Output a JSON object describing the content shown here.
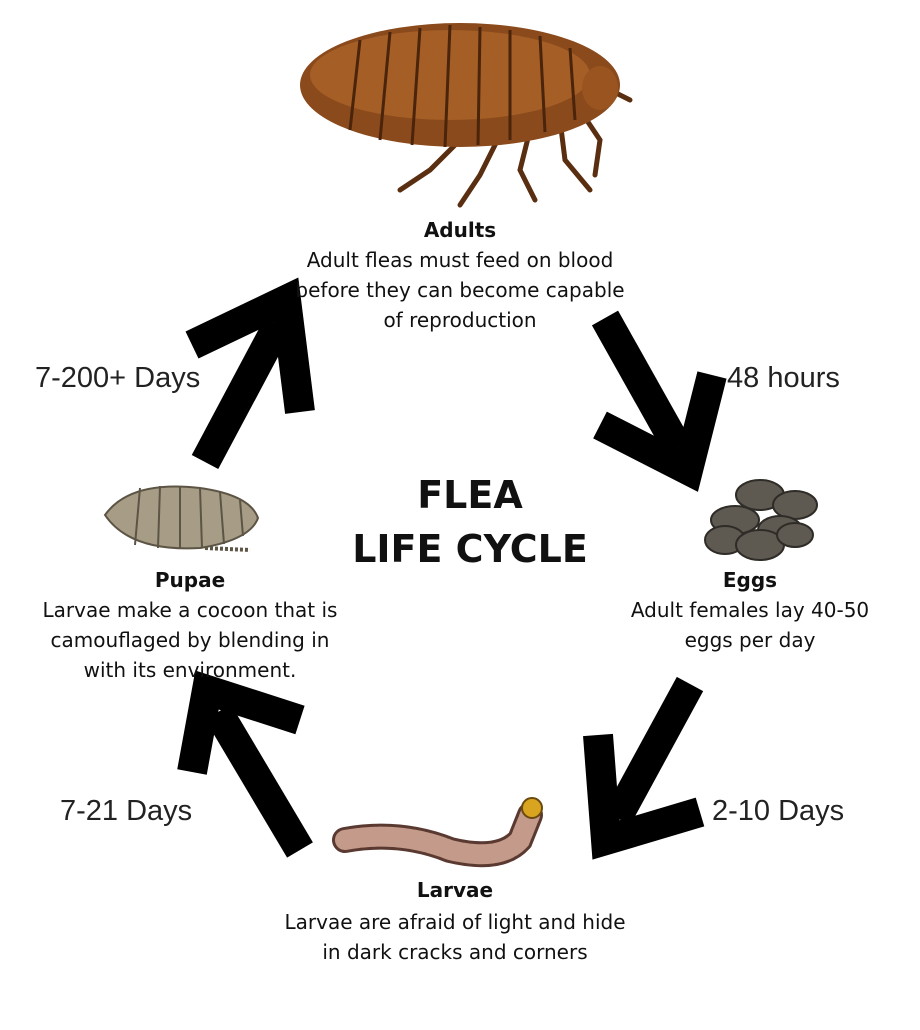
{
  "title": {
    "line1": "FLEA",
    "line2": "LIFE CYCLE"
  },
  "stages": {
    "adults": {
      "name": "Adults",
      "lines": [
        "Adult fleas must feed on blood",
        "before they can become capable",
        "of reproduction"
      ]
    },
    "eggs": {
      "name": "Eggs",
      "lines": [
        "Adult females lay 40-50",
        "eggs per day"
      ]
    },
    "larvae": {
      "name": "Larvae",
      "lines": [
        "Larvae are afraid of light and hide",
        "in dark cracks and corners"
      ]
    },
    "pupae": {
      "name": "Pupae",
      "lines": [
        "Larvae make a cocoon that is",
        "camouflaged by blending in",
        "with its environment."
      ]
    }
  },
  "durations": {
    "adults_to_eggs": "48 hours",
    "eggs_to_larvae": "2-10 Days",
    "larvae_to_pupae": "7-21 Days",
    "pupae_to_adults": "7-200+ Days"
  },
  "colors": {
    "arrow": "#000000",
    "flea": "#8a4a1c",
    "egg": "#5e5a52",
    "larva": "#c49a8a",
    "pupa": "#9a8f7a"
  }
}
